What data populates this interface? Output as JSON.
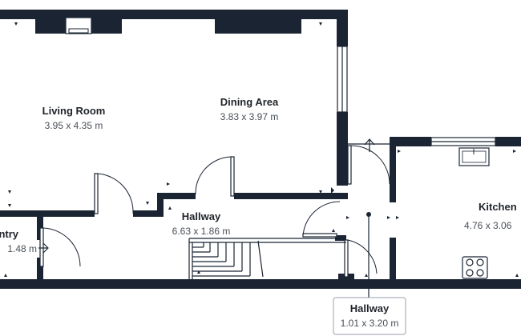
{
  "floorplan": {
    "rooms": {
      "living_room": {
        "name": "Living Room",
        "dims": "3.95 x 4.35 m"
      },
      "dining_area": {
        "name": "Dining Area",
        "dims": "3.83 x 3.97 m"
      },
      "hallway_main": {
        "name": "Hallway",
        "dims": "6.63 x 1.86 m"
      },
      "pantry": {
        "name": "ntry",
        "dims": "1.48 m"
      },
      "kitchen": {
        "name": "Kitchen",
        "dims": "4.76 x 3.06"
      },
      "hallway_bottom": {
        "name": "Hallway",
        "dims": "1.01 x 3.20 m"
      }
    },
    "colors": {
      "wall": "#1b2433",
      "text": "#1f2329",
      "dim_text": "#4a4f57",
      "background": "#ffffff"
    }
  }
}
